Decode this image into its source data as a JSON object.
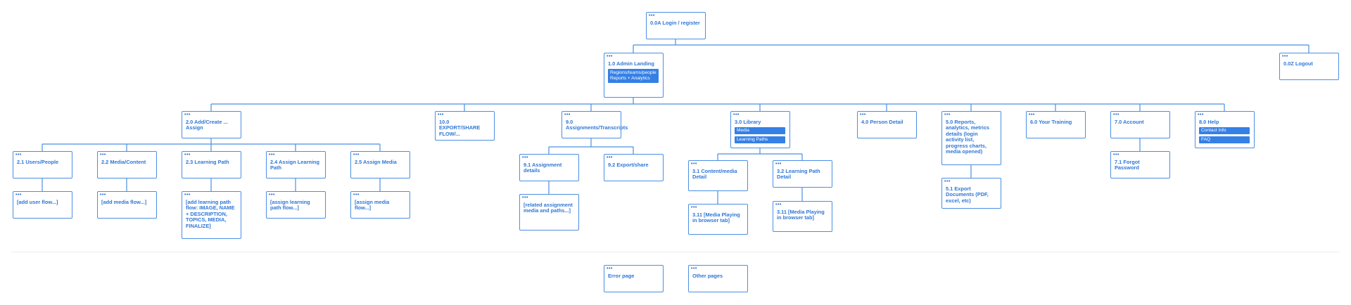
{
  "nodes": {
    "login": {
      "label": "0.0A Login / register"
    },
    "admin_landing": {
      "label": "1.0 Admin Landing",
      "chips": [
        "Regions/teams/people Reports + Analytics"
      ]
    },
    "logout": {
      "label": "0.0Z Logout"
    },
    "add_create_assign": {
      "label": "2.0 Add/Create ... Assign"
    },
    "export_share_flow": {
      "label": "10.0 EXPORT/SHARE FLOW/..."
    },
    "assignments": {
      "label": "9.0 Assignments/Transcripts"
    },
    "library": {
      "label": "3.0 Library",
      "chips": [
        "Media",
        "Learning Paths"
      ]
    },
    "person_detail": {
      "label": "4.0 Person Detail"
    },
    "reports": {
      "label": "5.0 Reports, analytics, metrics details (login activity list, progress charts, media opened)"
    },
    "your_training": {
      "label": "6.0 Your Training"
    },
    "account": {
      "label": "7.0 Account"
    },
    "help": {
      "label": "8.0 Help",
      "chips": [
        "Contact Info",
        "FAQ"
      ]
    },
    "users_people": {
      "label": "2.1 Users/People"
    },
    "media_content": {
      "label": "2.2 Media/Content"
    },
    "learning_path": {
      "label": "2.3 Learning Path"
    },
    "assign_learning_path": {
      "label": "2.4 Assign Learning Path"
    },
    "assign_media": {
      "label": "2.5 Assign Media"
    },
    "add_user_flow": {
      "label": "[add user flow...]"
    },
    "add_media_flow": {
      "label": "[add media flow...]"
    },
    "add_learning_path_flow": {
      "label": "[add learning path flow: IMAGE, NAME + DESCRIPTION, TOPICS, MEDIA, FINALIZE]"
    },
    "assign_learning_path_flow": {
      "label": "[assign learning path flow...]"
    },
    "assign_media_flow": {
      "label": "[assign media flow...]"
    },
    "assignment_details": {
      "label": "9.1 Assignment details"
    },
    "export_share": {
      "label": "9.2 Export/share"
    },
    "related_assignment": {
      "label": "[related assignment media and paths...]"
    },
    "content_media_detail": {
      "label": "3.1 Content/media Detail"
    },
    "learning_path_detail": {
      "label": "3.2 Learning Path Detail"
    },
    "media_playing_1": {
      "label": "3.11 [Media Playing in browser tab]"
    },
    "media_playing_2": {
      "label": "3.11 [Media Playing in browser tab]"
    },
    "export_documents": {
      "label": "5.1 Export Documents (PDF, excel, etc)"
    },
    "forgot_password": {
      "label": "7.1 Forgot Password"
    },
    "error_page": {
      "label": "Error page"
    },
    "other_pages": {
      "label": "Other pages"
    }
  },
  "icon_names": {
    "window_dots": "window-dots-icon"
  },
  "colors": {
    "accent": "#4a8fe3",
    "text": "#2e77d8",
    "chip": "#3580e6",
    "divider": "#e6edf6"
  }
}
